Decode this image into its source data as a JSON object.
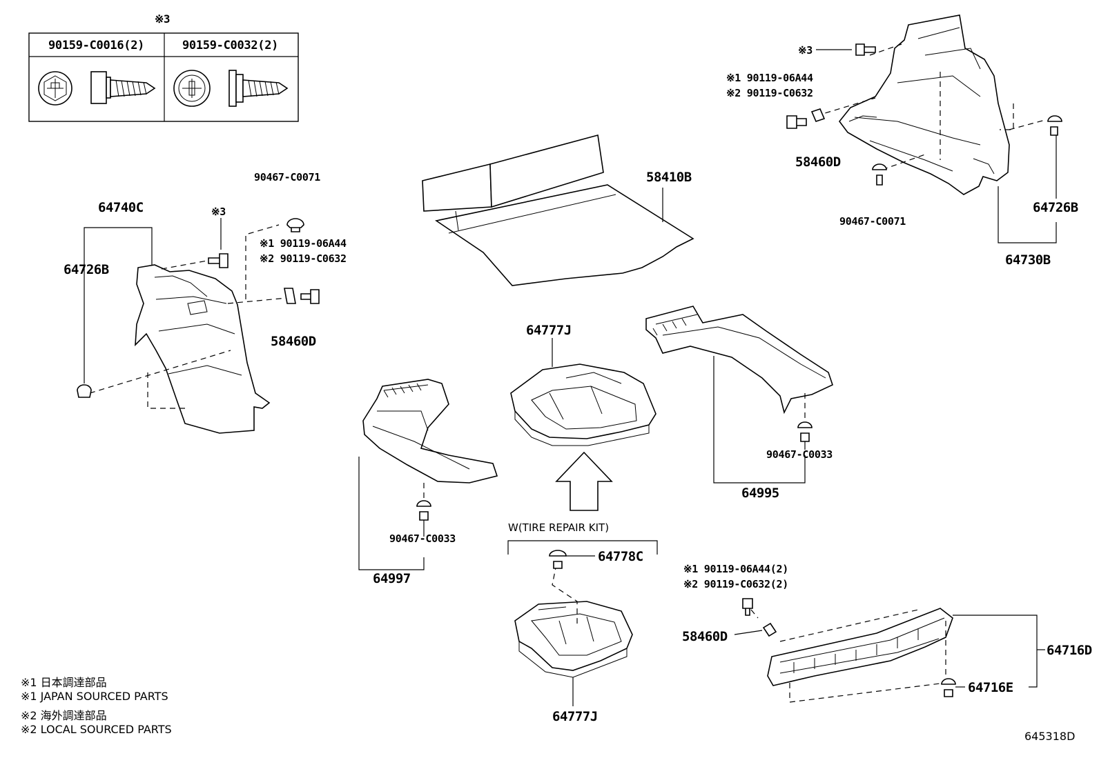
{
  "header_table": {
    "note_mark": "※3",
    "col1": "90159-C0016(2)",
    "col2": "90159-C0032(2)"
  },
  "labels": {
    "mat": "58410B",
    "right_trim_top_mark": "※3",
    "right_trim_n1": "※1 90119-06A44",
    "right_trim_n2": "※2 90119-C0632",
    "right_trim_nut": "58460D",
    "right_trim_clip": "90467-C0071",
    "right_trim_clip2": "64726B",
    "right_trim_assy": "64730B",
    "left_trim_clip_top": "90467-C0071",
    "left_trim_panel": "64740C",
    "left_trim_mark": "※3",
    "left_trim_n1": "※1 90119-06A44",
    "left_trim_n2": "※2 90119-C0632",
    "left_trim_clip": "64726B",
    "left_trim_nut": "58460D",
    "tray_center": "64777J",
    "tray_right_clip": "90467-C0033",
    "tray_right": "64995",
    "tray_left_clip": "90467-C0033",
    "tray_left": "64997",
    "kit_title": "W(TIRE REPAIR KIT)",
    "kit_clip": "64778C",
    "kit_tray": "64777J",
    "sill_n1": "※1 90119-06A44(2)",
    "sill_n2": "※2 90119-C0632(2)",
    "sill_nut": "58460D",
    "sill_plate": "64716D",
    "sill_clip": "64716E"
  },
  "notes": {
    "n1_jp": "※1 日本調達部品",
    "n1_en": "※1 JAPAN SOURCED PARTS",
    "n2_jp": "※2 海外調達部品",
    "n2_en": "※2 LOCAL SOURCED PARTS"
  },
  "diagram_id": "645318D"
}
